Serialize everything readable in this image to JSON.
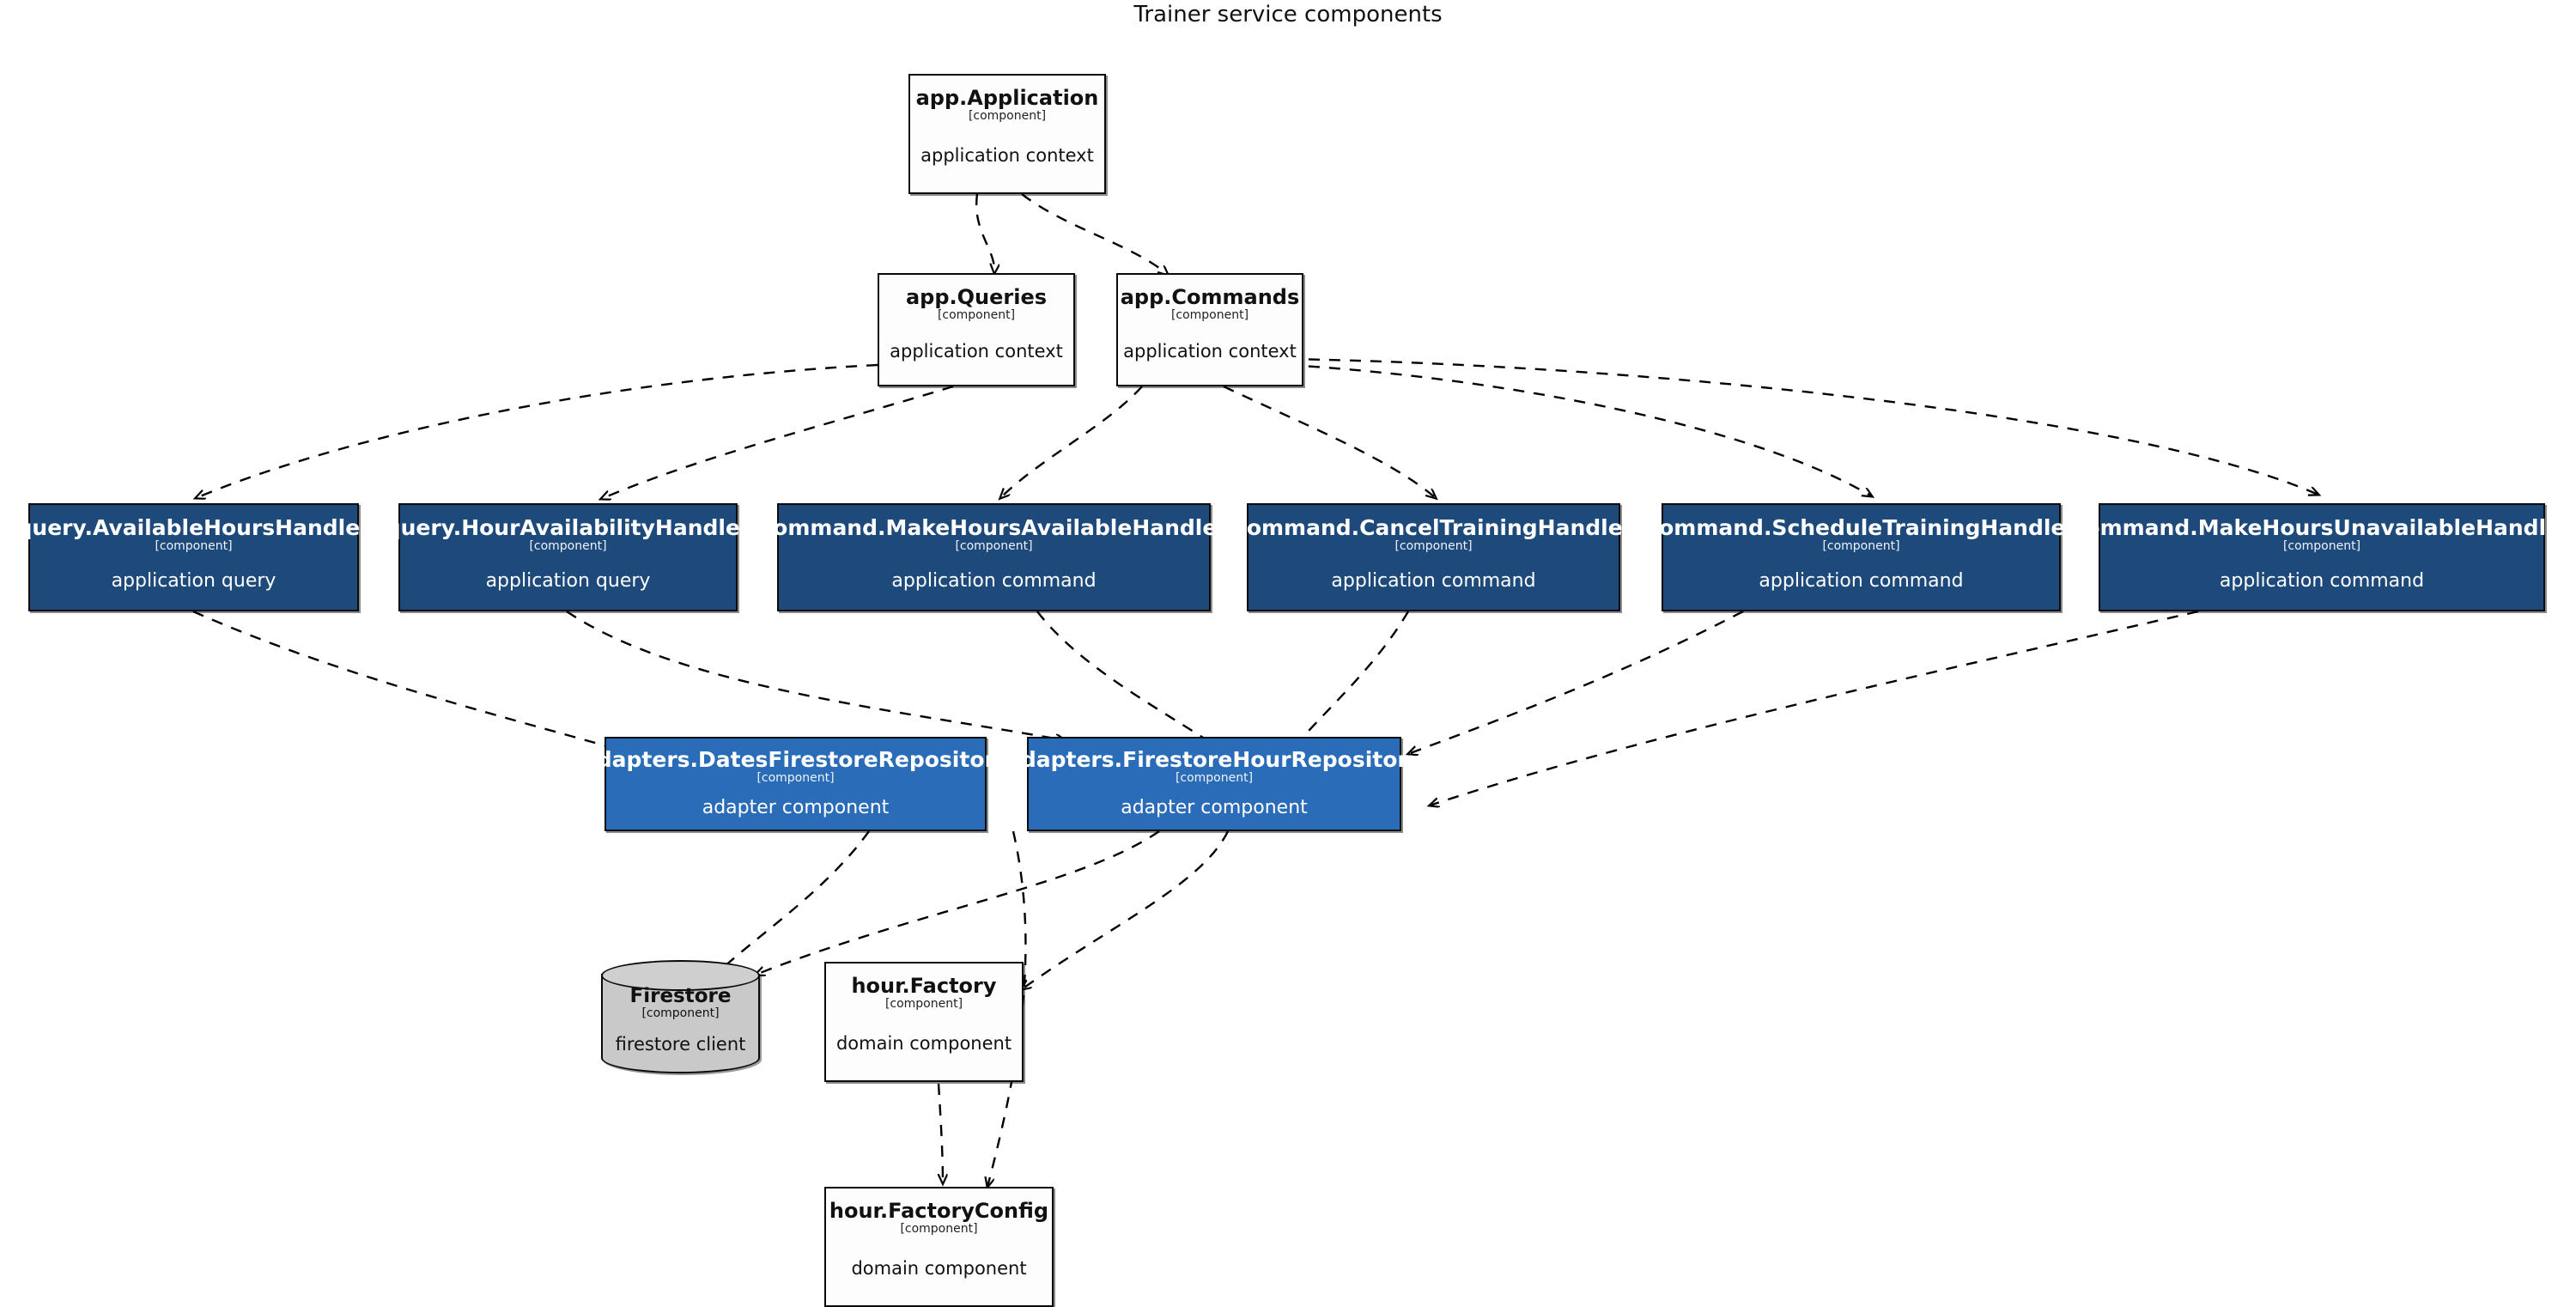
{
  "diagram": {
    "title": "Trainer service components",
    "stereotype": "[component]",
    "colors": {
      "application_context": "#fdfdfd",
      "handler_navy": "#1d4a7a",
      "adapter_blue": "#2b6cb8",
      "database_gray": "#c9c9c9",
      "edge": "#000000",
      "text_light": "#ffffff",
      "text_dark": "#111111"
    }
  },
  "nodes": [
    {
      "id": "app_application",
      "name": "app.Application",
      "stereotype": "[component]",
      "desc": "application context",
      "kind": "plain"
    },
    {
      "id": "app_queries",
      "name": "app.Queries",
      "stereotype": "[component]",
      "desc": "application context",
      "kind": "plain"
    },
    {
      "id": "app_commands",
      "name": "app.Commands",
      "stereotype": "[component]",
      "desc": "application context",
      "kind": "plain"
    },
    {
      "id": "query_available_hours",
      "name": "query.AvailableHoursHandler",
      "stereotype": "[component]",
      "desc": "application query",
      "kind": "navy"
    },
    {
      "id": "query_hour_availability",
      "name": "query.HourAvailabilityHandler",
      "stereotype": "[component]",
      "desc": "application query",
      "kind": "navy"
    },
    {
      "id": "cmd_make_hours_available",
      "name": "command.MakeHoursAvailableHandler",
      "stereotype": "[component]",
      "desc": "application command",
      "kind": "navy"
    },
    {
      "id": "cmd_cancel_training",
      "name": "command.CancelTrainingHandler",
      "stereotype": "[component]",
      "desc": "application command",
      "kind": "navy"
    },
    {
      "id": "cmd_schedule_training",
      "name": "command.ScheduleTrainingHandler",
      "stereotype": "[component]",
      "desc": "application command",
      "kind": "navy"
    },
    {
      "id": "cmd_make_hours_unavailable",
      "name": "command.MakeHoursUnavailableHandler",
      "stereotype": "[component]",
      "desc": "application command",
      "kind": "navy"
    },
    {
      "id": "adapters_dates_repo",
      "name": "adapters.DatesFirestoreRepository",
      "stereotype": "[component]",
      "desc": "adapter component",
      "kind": "blue"
    },
    {
      "id": "adapters_hour_repo",
      "name": "adapters.FirestoreHourRepository",
      "stereotype": "[component]",
      "desc": "adapter component",
      "kind": "blue"
    },
    {
      "id": "firestore",
      "name": "Firestore",
      "stereotype": "[component]",
      "desc": "firestore client",
      "kind": "database"
    },
    {
      "id": "hour_factory",
      "name": "hour.Factory",
      "stereotype": "[component]",
      "desc": "domain component",
      "kind": "plain"
    },
    {
      "id": "hour_factory_config",
      "name": "hour.FactoryConfig",
      "stereotype": "[component]",
      "desc": "domain component",
      "kind": "plain"
    }
  ],
  "edges": [
    {
      "from": "app_application",
      "to": "app_queries",
      "style": "dashed",
      "arrow": "open"
    },
    {
      "from": "app_application",
      "to": "app_commands",
      "style": "dashed",
      "arrow": "open"
    },
    {
      "from": "app_queries",
      "to": "query_available_hours",
      "style": "dashed",
      "arrow": "open"
    },
    {
      "from": "app_queries",
      "to": "query_hour_availability",
      "style": "dashed",
      "arrow": "open"
    },
    {
      "from": "app_commands",
      "to": "cmd_make_hours_available",
      "style": "dashed",
      "arrow": "open"
    },
    {
      "from": "app_commands",
      "to": "cmd_cancel_training",
      "style": "dashed",
      "arrow": "open"
    },
    {
      "from": "app_commands",
      "to": "cmd_schedule_training",
      "style": "dashed",
      "arrow": "open"
    },
    {
      "from": "app_commands",
      "to": "cmd_make_hours_unavailable",
      "style": "dashed",
      "arrow": "open"
    },
    {
      "from": "query_available_hours",
      "to": "adapters_dates_repo",
      "style": "dashed",
      "arrow": "open"
    },
    {
      "from": "query_hour_availability",
      "to": "adapters_hour_repo",
      "style": "dashed",
      "arrow": "open"
    },
    {
      "from": "cmd_make_hours_available",
      "to": "adapters_hour_repo",
      "style": "dashed",
      "arrow": "open"
    },
    {
      "from": "cmd_cancel_training",
      "to": "adapters_hour_repo",
      "style": "dashed",
      "arrow": "open"
    },
    {
      "from": "cmd_schedule_training",
      "to": "adapters_hour_repo",
      "style": "dashed",
      "arrow": "open"
    },
    {
      "from": "cmd_make_hours_unavailable",
      "to": "adapters_hour_repo",
      "style": "dashed",
      "arrow": "open"
    },
    {
      "from": "adapters_dates_repo",
      "to": "firestore",
      "style": "dashed",
      "arrow": "open"
    },
    {
      "from": "adapters_dates_repo",
      "to": "hour_factory_config",
      "style": "dashed",
      "arrow": "open"
    },
    {
      "from": "adapters_hour_repo",
      "to": "firestore",
      "style": "dashed",
      "arrow": "open"
    },
    {
      "from": "adapters_hour_repo",
      "to": "hour_factory",
      "style": "dashed",
      "arrow": "open"
    },
    {
      "from": "hour_factory",
      "to": "hour_factory_config",
      "style": "dashed",
      "arrow": "open"
    }
  ]
}
